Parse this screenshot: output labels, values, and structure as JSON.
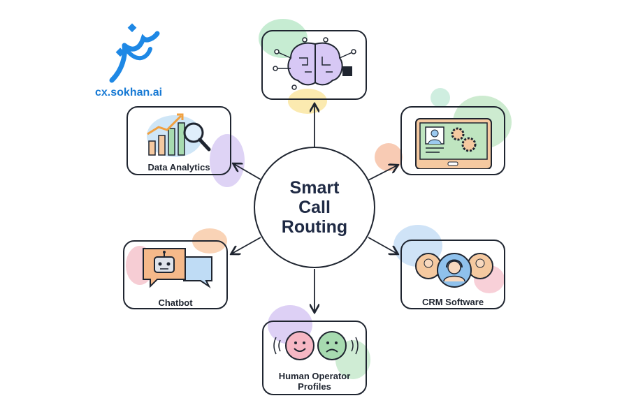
{
  "logo": {
    "text": "cx.sokhan.ai",
    "color": "#1e88e5"
  },
  "center": {
    "title": "Smart\nCall\nRouting"
  },
  "nodes": [
    {
      "id": "ai-brain",
      "label": "",
      "icon": "brain-chip-icon"
    },
    {
      "id": "tablet",
      "label": "",
      "icon": "tablet-profile-gears-icon"
    },
    {
      "id": "crm",
      "label": "CRM Software",
      "icon": "people-headset-icon"
    },
    {
      "id": "operators",
      "label": "Human Operator Profiles",
      "icon": "happy-sad-faces-icon"
    },
    {
      "id": "chatbot",
      "label": "Chatbot",
      "icon": "robot-chat-icon"
    },
    {
      "id": "analytics",
      "label": "Data Analytics",
      "icon": "chart-magnifier-icon"
    }
  ],
  "colors": {
    "stroke": "#1f2530",
    "purple": "#c9b8f0",
    "green": "#bfe5c6",
    "orange": "#f7c9a8",
    "blue": "#bfdcf5",
    "pink": "#f6c9d3"
  }
}
